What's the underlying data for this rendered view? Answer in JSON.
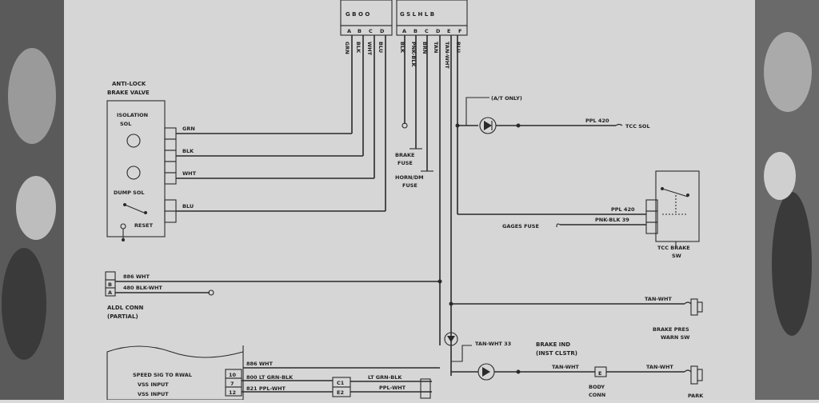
{
  "diagram": {
    "top_connector_left": {
      "text": "G B O O",
      "pins": [
        "A",
        "B",
        "C",
        "D"
      ],
      "wires": [
        "GRN",
        "BLK",
        "WHT",
        "BLU"
      ]
    },
    "top_connector_right": {
      "text": "G S L H L B",
      "pins": [
        "A",
        "B",
        "C",
        "D",
        "E",
        "F"
      ],
      "wires": [
        "BLK",
        "PNK-BLK",
        "BRN",
        "TAN",
        "TAN-WHT",
        "BLU"
      ]
    },
    "abs_valve": {
      "title_line1": "ANTI-LOCK",
      "title_line2": "BRAKE VALVE",
      "isolation": "ISOLATION",
      "sol1": "SOL",
      "dump": "DUMP SOL",
      "reset": "RESET",
      "wire_grn": "GRN",
      "wire_blk": "BLK",
      "wire_wht": "WHT",
      "wire_blu": "BLU"
    },
    "fuses": {
      "brake_fuse_line1": "BRAKE",
      "brake_fuse_line2": "FUSE",
      "horn_fuse_line1": "HORN/DM",
      "horn_fuse_line2": "FUSE"
    },
    "tcc": {
      "at_only": "(A/T ONLY)",
      "ppl_420": "PPL 420",
      "tcc_sol": "TCC SOL",
      "ppl_420b": "PPL 420",
      "pnk_blk": "PNK-BLK 39",
      "gages_fuse": "GAGES FUSE",
      "tcc_brake_line1": "TCC BRAKE",
      "tcc_brake_line2": "SW"
    },
    "aldl": {
      "w1": "886 WHT",
      "w2": "480 BLK-WHT",
      "label_line1": "ALDL CONN",
      "label_line2": "(PARTIAL)",
      "pins": [
        "B",
        "A"
      ]
    },
    "brake_pres": {
      "wire": "TAN-WHT",
      "label_line1": "BRAKE PRES",
      "label_line2": "WARN SW"
    },
    "brake_ind": {
      "wire1": "TAN-WHT 33",
      "label_line1": "BRAKE IND",
      "label_line2": "(INST CLSTR)",
      "wire2": "TAN-WHT",
      "wire3": "TAN-WHT",
      "body_line1": "BODY",
      "body_line2": "CONN",
      "body_pin": "E",
      "park": "PARK"
    },
    "ecm": {
      "w_top": "886 WHT",
      "speed_sig": "SPEED SIG TO RWAL",
      "vss1": "VSS INPUT",
      "vss2": "VSS INPUT",
      "pin1": "10",
      "pin2": "7",
      "pin3": "12",
      "w1": "800 LT GRN-BLK",
      "w2": "821 PPL-WHT",
      "c1": "C1",
      "c2": "E2",
      "w3": "LT GRN-BLK",
      "w4": "PPL-WHT"
    }
  }
}
